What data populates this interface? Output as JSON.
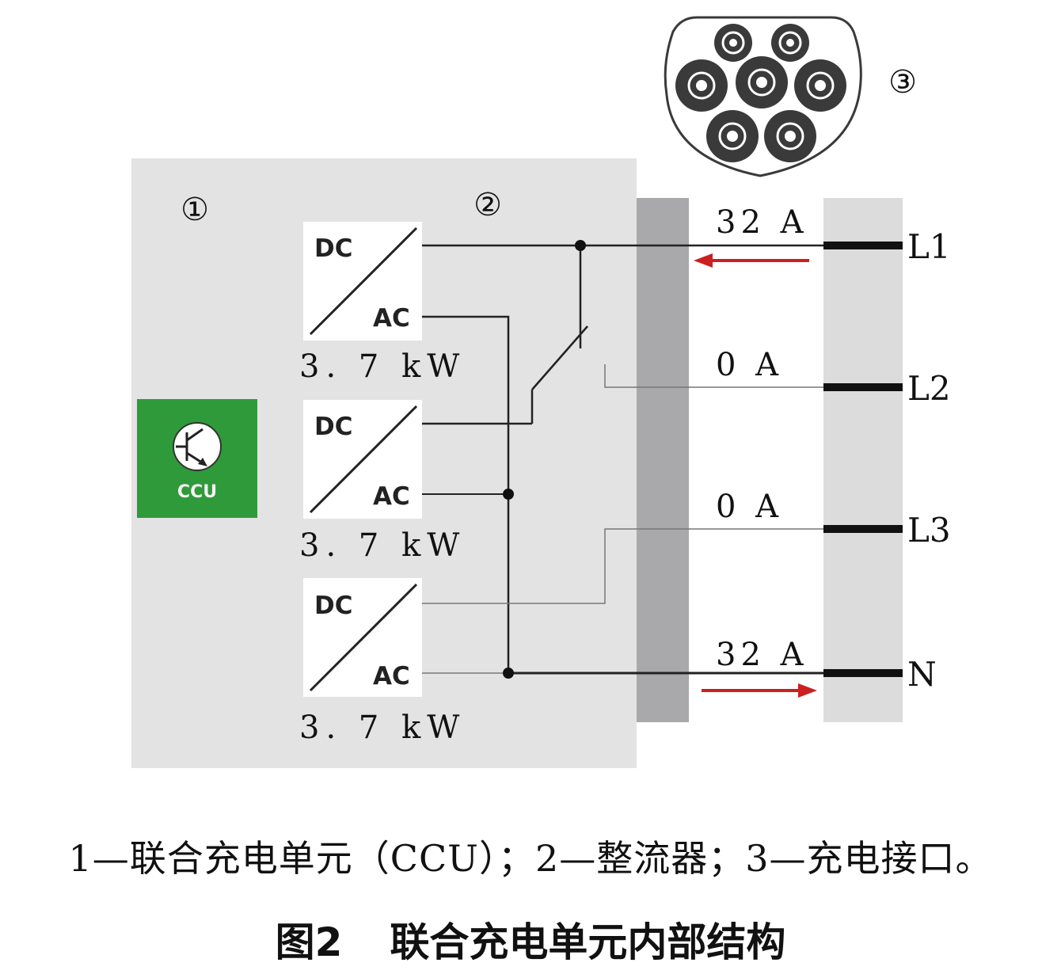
{
  "markers": {
    "m1": "①",
    "m2": "②",
    "m3": "③"
  },
  "ccu": {
    "label": "CCU",
    "color": "#2f9a3a"
  },
  "rectifiers": [
    {
      "dc": "DC",
      "ac": "AC",
      "power": "3. 7 kW"
    },
    {
      "dc": "DC",
      "ac": "AC",
      "power": "3. 7 kW"
    },
    {
      "dc": "DC",
      "ac": "AC",
      "power": "3. 7 kW"
    }
  ],
  "lines": [
    {
      "name": "L1",
      "current": "32 A"
    },
    {
      "name": "L2",
      "current": "0 A"
    },
    {
      "name": "L3",
      "current": "0 A"
    },
    {
      "name": "N",
      "current": "32 A"
    }
  ],
  "colors": {
    "arrow": "#cc1f1f",
    "unit_bg": "#e3e3e3",
    "bar": "#a9a9ab",
    "bus": "#dcdcdc"
  },
  "caption": {
    "legend": "1—联合充电单元（CCU）；2—整流器；3—充电接口。",
    "figure_number": "图2",
    "figure_title": "联合充电单元内部结构"
  }
}
